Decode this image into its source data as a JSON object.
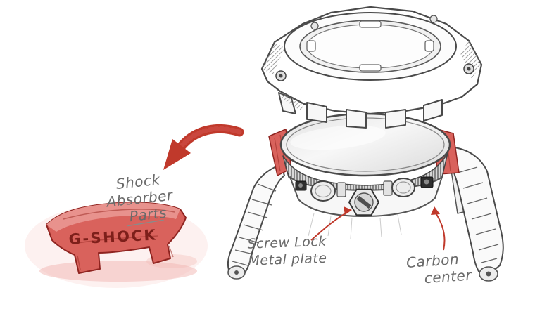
{
  "annotations": {
    "shock_absorber": {
      "line1": "Shock",
      "line2": "Absorber",
      "line3": "Parts"
    },
    "screw_lock": {
      "line1": "Screw Lock",
      "line2": "Metal plate"
    },
    "carbon": {
      "line1": "Carbon",
      "line2": "center"
    }
  },
  "part_labels": {
    "brand": "G-SHOCK"
  },
  "colors": {
    "background": "#ffffff",
    "red_part": "#d9625c",
    "red_part_light": "#e8928d",
    "red_part_dark": "#8f2420",
    "brand_text": "#7d1f1a",
    "arrow_red": "#c0392b",
    "leader_red": "#c0392b",
    "annotation_gray": "#6a6a6a",
    "shadow_pink": "#f2b6b1",
    "sketch_line": "#4a4a4a"
  }
}
